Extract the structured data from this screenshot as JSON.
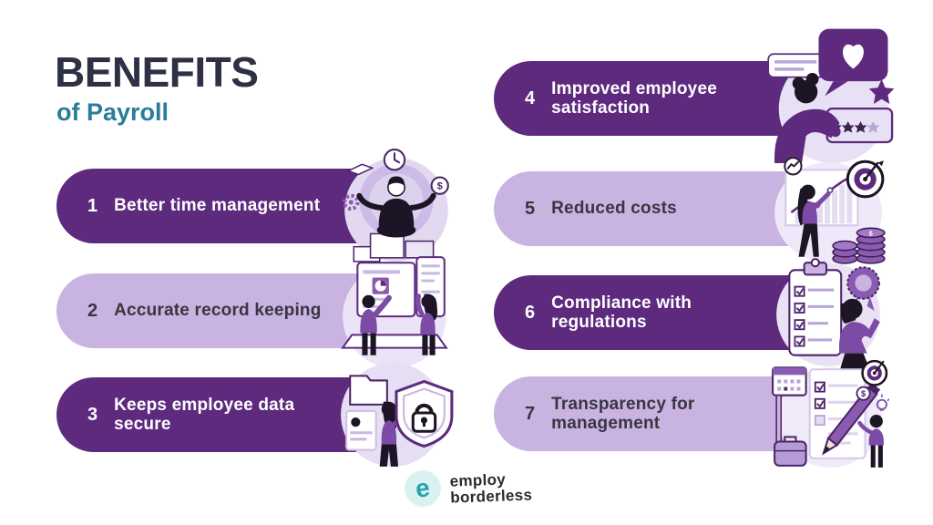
{
  "header": {
    "title": "BENEFITS",
    "subtitle": "of Payroll"
  },
  "benefits": [
    {
      "number": "1",
      "label": "Better time management",
      "style": "dark",
      "illustration": "meditating-person-with-clock-book-gear-coin"
    },
    {
      "number": "2",
      "label": "Accurate record keeping",
      "style": "light",
      "illustration": "two-people-organizing-documents-on-laptop"
    },
    {
      "number": "3",
      "label": "Keeps employee data secure",
      "style": "dark",
      "illustration": "shield-with-padlock-folder-and-person"
    },
    {
      "number": "4",
      "label": "Improved employee satisfaction",
      "style": "dark",
      "illustration": "person-with-heart-bubble-star-rating-laptop"
    },
    {
      "number": "5",
      "label": "Reduced costs",
      "style": "light",
      "illustration": "person-presenting-chart-with-target-and-coins"
    },
    {
      "number": "6",
      "label": "Compliance with regulations",
      "style": "dark",
      "illustration": "person-with-checklist-clipboard-and-award-ribbon"
    },
    {
      "number": "7",
      "label": "Transparency for management",
      "style": "light",
      "illustration": "checklist-with-pencil-calendar-target-briefcase"
    }
  ],
  "footer": {
    "logo_letter": "e",
    "brand_line1": "employ",
    "brand_line2": "borderless"
  },
  "colors": {
    "dark_purple": "#5e2a7e",
    "light_purple": "#c9b3e1",
    "title_navy": "#2e3044",
    "subtitle_teal": "#2a7d99",
    "logo_teal": "#26a2ae",
    "logo_circle_mint": "#d9f2ef",
    "illustration_lavender": "#e2d9f0",
    "background": "#ffffff"
  }
}
